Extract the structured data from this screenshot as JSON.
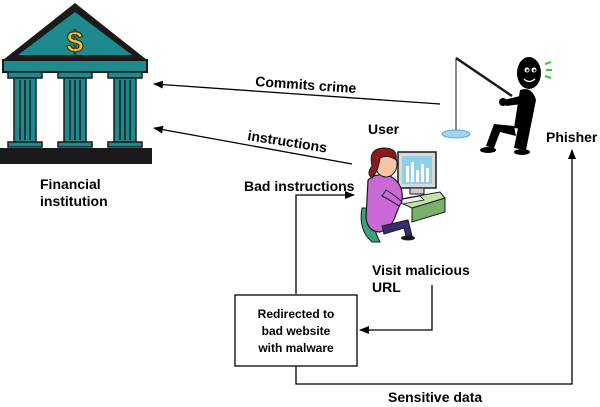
{
  "nodes": {
    "bank": {
      "label_line1": "Financial",
      "label_line2": "institution",
      "symbol": "$",
      "icon": "bank-icon"
    },
    "user": {
      "label": "User",
      "icon": "user-at-computer-icon"
    },
    "phisher": {
      "label": "Phisher",
      "icon": "fisherman-icon"
    },
    "bad_site": {
      "line1": "Redirected to",
      "line2": "bad website",
      "line3": "with malware"
    }
  },
  "edges": {
    "commits_crime": "Commits crime",
    "instructions": "instructions",
    "bad_instructions": "Bad instructions",
    "visit_malicious_line1": "Visit malicious",
    "visit_malicious_line2": "URL",
    "sensitive_data": "Sensitive data"
  },
  "colors": {
    "bank_roof": "#1e8a8e",
    "bank_column": "#1e8a8e",
    "bank_base": "#1a1a1a",
    "dollar": "#f4c21a",
    "user_shirt": "#c86ad6",
    "user_hair": "#8b1a1a",
    "monitor": "#8fd0e8",
    "phisher_body": "#000000",
    "lure": "#9fd6ee"
  }
}
